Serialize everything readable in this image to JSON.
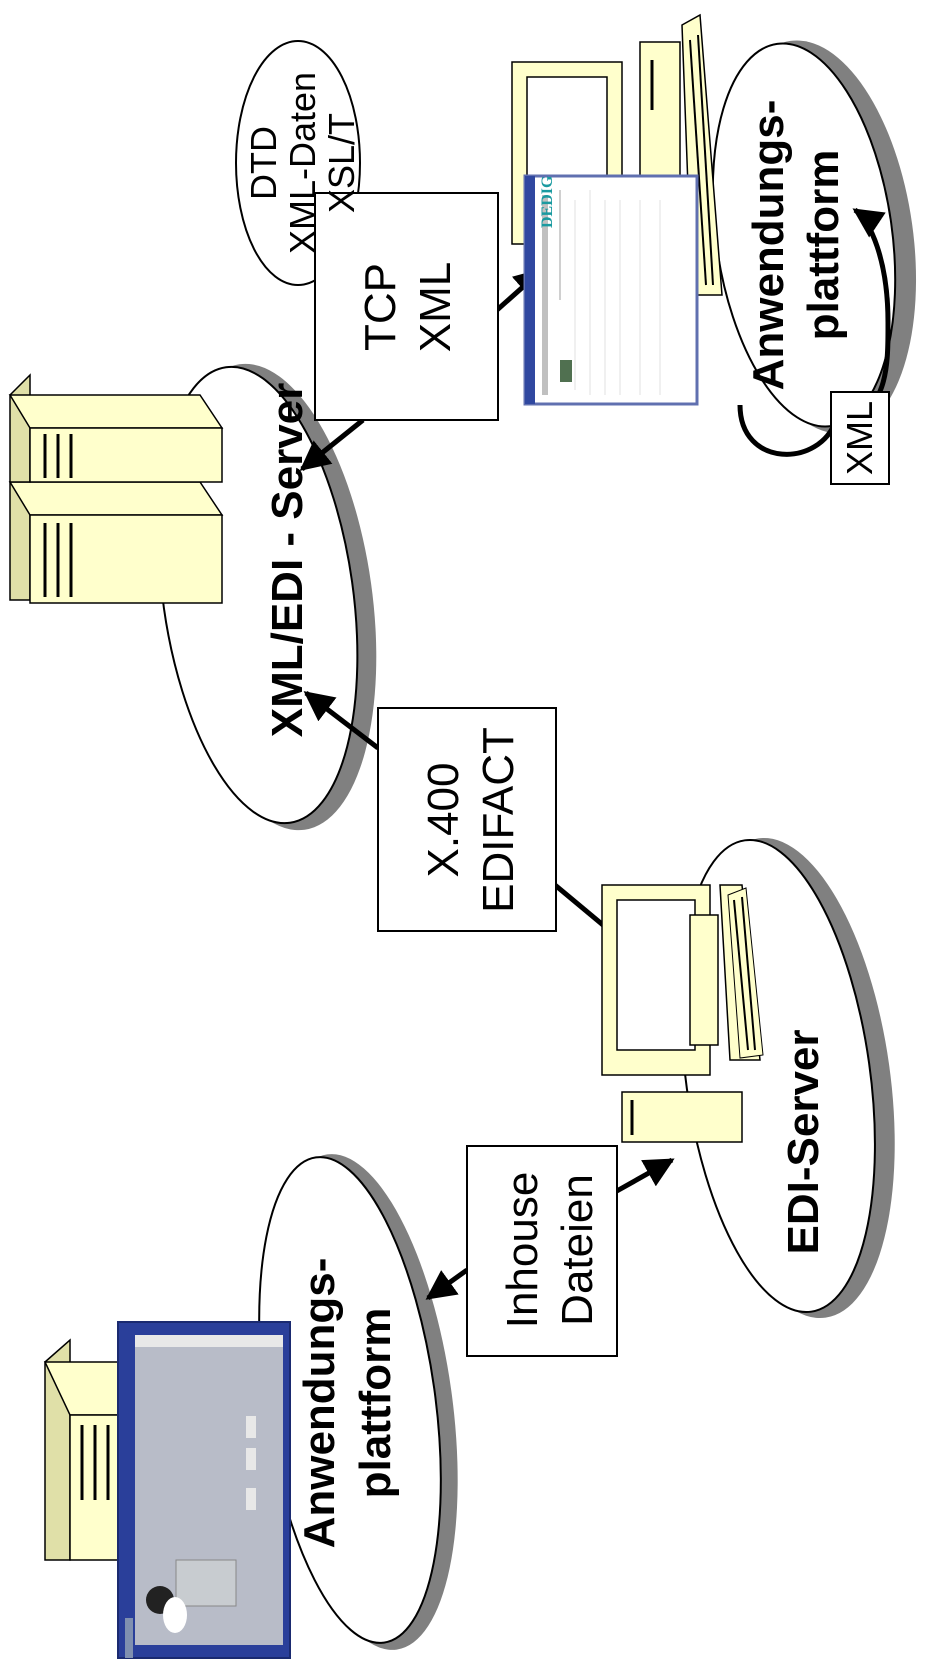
{
  "diagram": {
    "nodes": {
      "app_platform_left": [
        "Anwendungs-",
        "plattform"
      ],
      "edi_server": "EDI-Server",
      "xml_edi_server": "XML/EDI - Server",
      "app_platform_right": [
        "Anwendungs-",
        "plattform"
      ]
    },
    "edges": {
      "inhouse": [
        "Inhouse",
        "Dateien"
      ],
      "x400": [
        "X.400",
        "EDIFACT"
      ],
      "tcp": [
        "TCP",
        "XML"
      ],
      "xml_loop": "XML"
    },
    "annotation": [
      "DTD",
      "XML-Daten",
      "XSL/T"
    ],
    "screen_brand": "DEDIG",
    "colors": {
      "device_fill": "#ffffcc",
      "shadow": "#808080",
      "screen_blue": "#2a3f9a",
      "brand_teal": "#1a9aa0"
    }
  }
}
